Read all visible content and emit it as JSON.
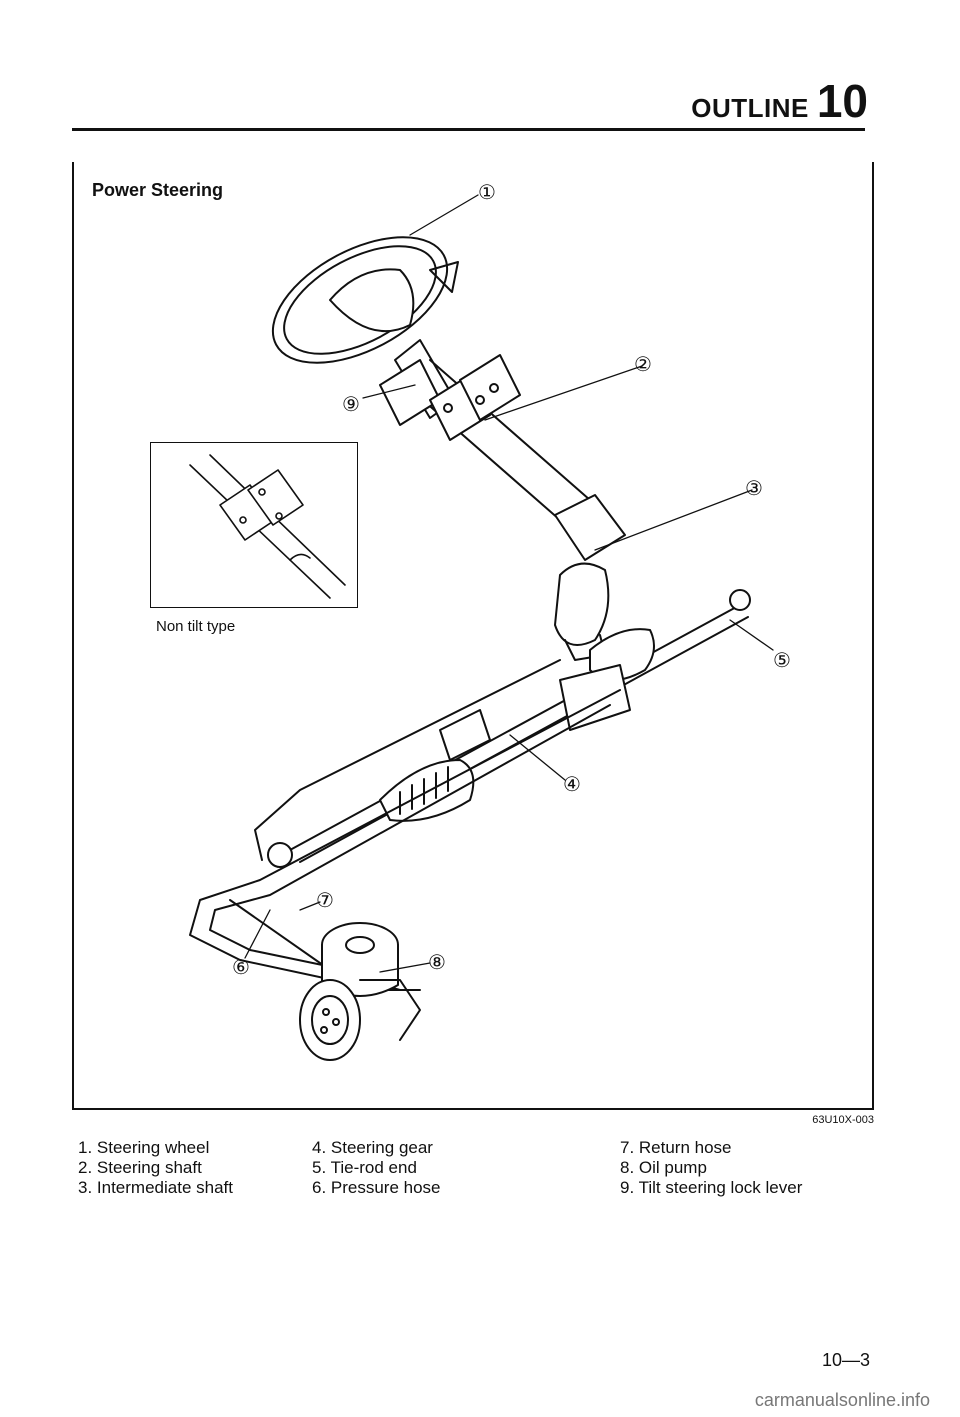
{
  "header": {
    "section_title": "OUTLINE",
    "section_number": "10"
  },
  "figure": {
    "title": "Power Steering",
    "inset_caption": "Non tilt type",
    "figure_code": "63U10X-003",
    "callouts": [
      "①",
      "②",
      "③",
      "④",
      "⑤",
      "⑥",
      "⑦",
      "⑧",
      "⑨"
    ]
  },
  "legend": {
    "col1": [
      "1. Steering wheel",
      "2. Steering shaft",
      "3. Intermediate shaft"
    ],
    "col2": [
      "4. Steering gear",
      "5. Tie-rod end",
      "6. Pressure hose"
    ],
    "col3": [
      "7. Return hose",
      "8. Oil pump",
      "9. Tilt steering lock lever"
    ]
  },
  "page_number": "10—3",
  "footer": "carmanualsonline.info"
}
